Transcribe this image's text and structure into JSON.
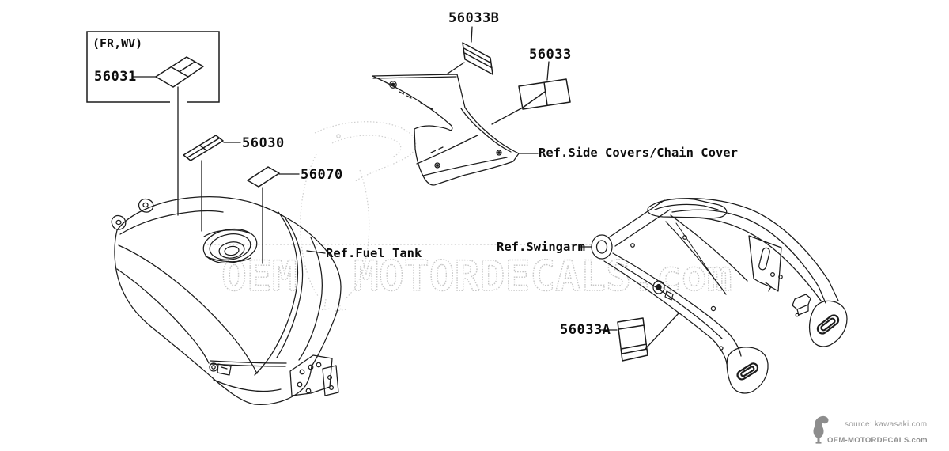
{
  "note_box": {
    "label": "(FR,WV)"
  },
  "parts": {
    "p56031": "56031",
    "p56030": "56030",
    "p56070": "56070",
    "p56033B": "56033B",
    "p56033": "56033",
    "p56033A": "56033A"
  },
  "references": {
    "fuel_tank": "Ref.Fuel Tank",
    "side_covers": "Ref.Side Covers/Chain Cover",
    "swingarm": "Ref.Swingarm"
  },
  "watermark": {
    "text_left": "OEM",
    "text_right": "MOTORDECALS.com"
  },
  "footer": {
    "source": "source: kawasaki.com",
    "site": "OEM-MOTORDECALS.com"
  },
  "colors": {
    "line": "#1c1c1c",
    "watermark": "#c7c7c7",
    "footer_text": "#949494",
    "label_text": "#0d0d0d"
  }
}
